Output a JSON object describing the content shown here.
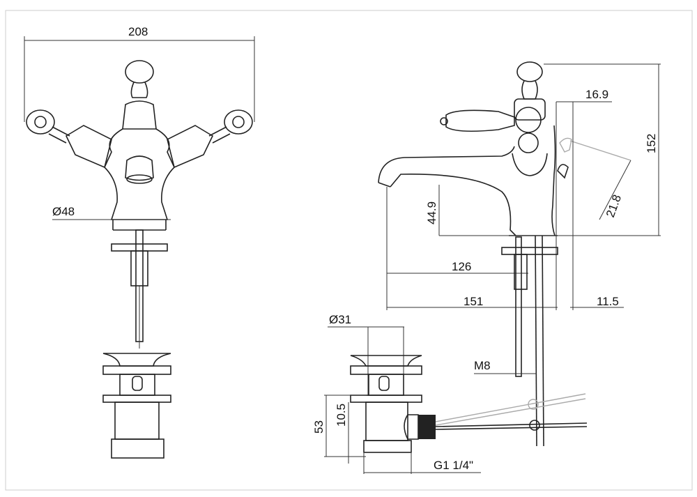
{
  "title": "Basin mixer technical drawing",
  "dimensions": {
    "overall_width": "208",
    "base_diameter": "Ø48",
    "lever_offset": "16.9",
    "overall_height": "152",
    "lever_length": "21.8",
    "spout_clearance": "44.9",
    "spout_reach_126": "126",
    "spout_reach_151": "151",
    "rod_offset": "11.5",
    "waste_diameter": "Ø31",
    "thread_size": "M8",
    "waste_height": "53",
    "waste_flange": "10.5",
    "waste_thread": "G1 1/4\""
  }
}
